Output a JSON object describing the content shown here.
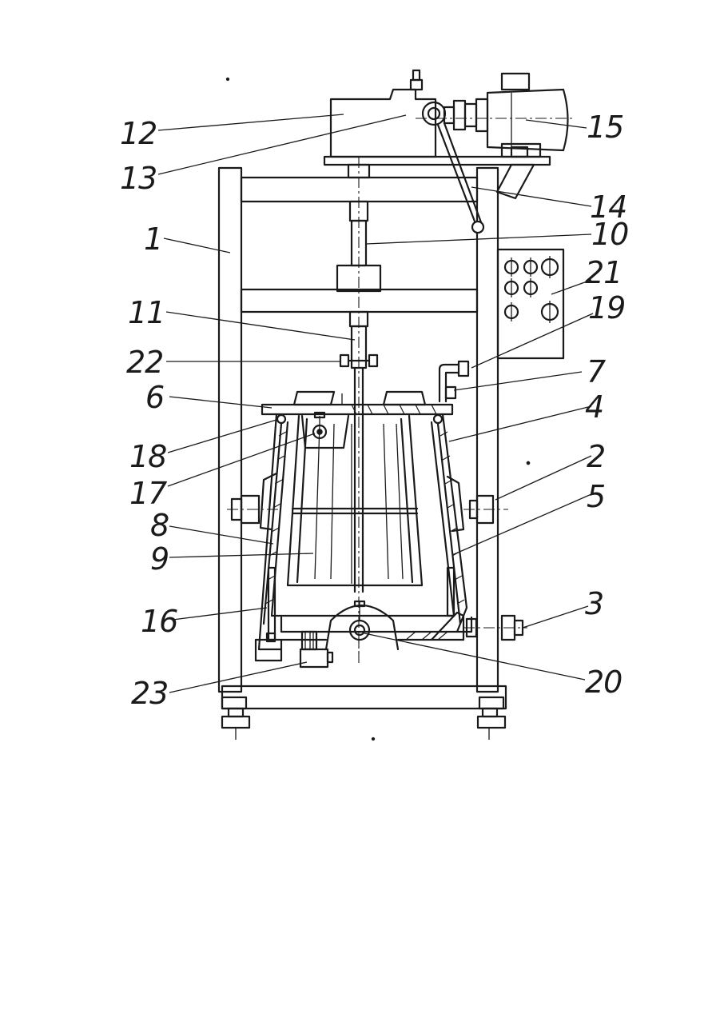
{
  "diagram": {
    "callouts": [
      {
        "id": "c12",
        "label": "12"
      },
      {
        "id": "c13",
        "label": "13"
      },
      {
        "id": "c15",
        "label": "15"
      },
      {
        "id": "c14",
        "label": "14"
      },
      {
        "id": "c1",
        "label": "1"
      },
      {
        "id": "c10",
        "label": "10"
      },
      {
        "id": "c21",
        "label": "21"
      },
      {
        "id": "c11",
        "label": "11"
      },
      {
        "id": "c19",
        "label": "19"
      },
      {
        "id": "c22",
        "label": "22"
      },
      {
        "id": "c7",
        "label": "7"
      },
      {
        "id": "c6",
        "label": "6"
      },
      {
        "id": "c4",
        "label": "4"
      },
      {
        "id": "c18",
        "label": "18"
      },
      {
        "id": "c2",
        "label": "2"
      },
      {
        "id": "c17",
        "label": "17"
      },
      {
        "id": "c5",
        "label": "5"
      },
      {
        "id": "c8",
        "label": "8"
      },
      {
        "id": "c9",
        "label": "9"
      },
      {
        "id": "c3",
        "label": "3"
      },
      {
        "id": "c16",
        "label": "16"
      },
      {
        "id": "c20",
        "label": "20"
      },
      {
        "id": "c23",
        "label": "23"
      }
    ]
  }
}
